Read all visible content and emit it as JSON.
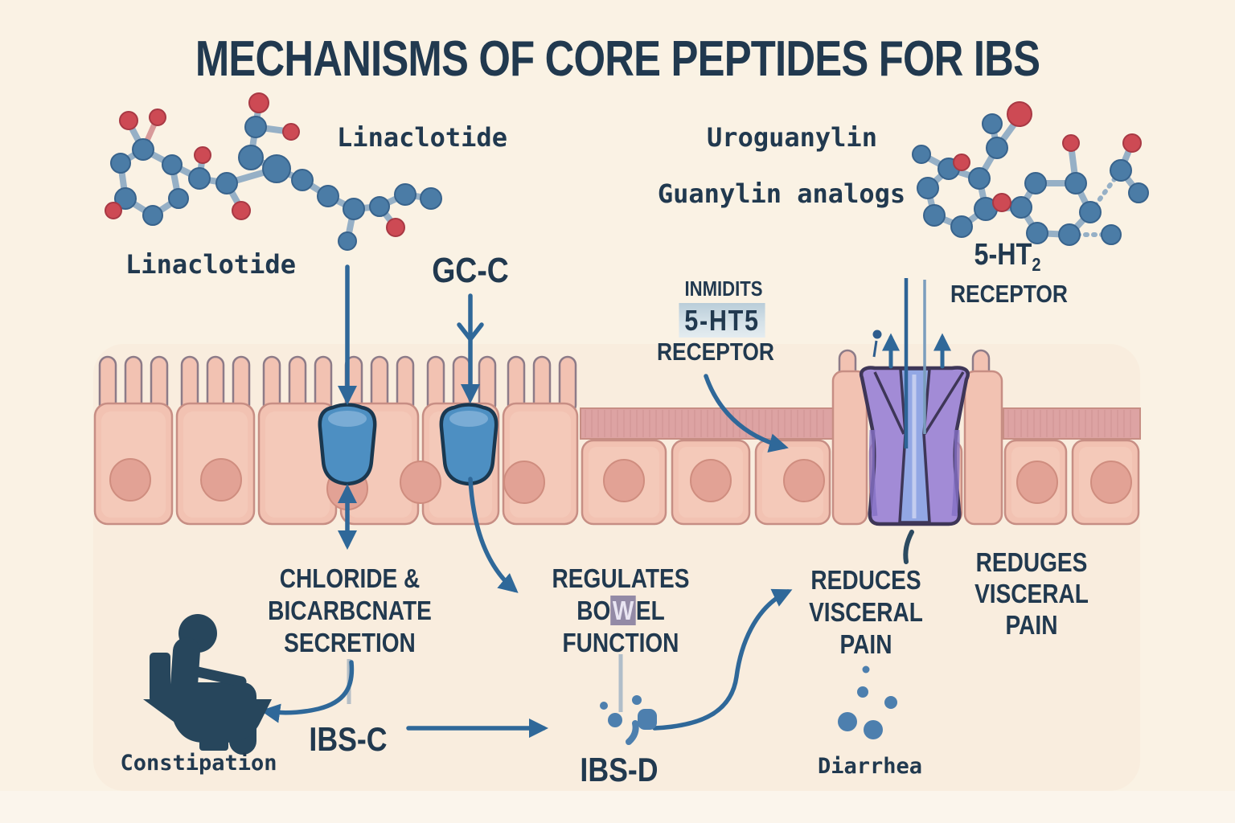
{
  "title": "MECHANISMS OF CORE PEPTIDES FOR IBS",
  "molecule_labels": {
    "linaclotide_top": "Linaclotide",
    "linaclotide_side": "Linaclotide",
    "gc_c": "GC-C",
    "uroguanylin": "Uroguanylin",
    "guanylin_analogs": "Guanylin analogs",
    "ht2_prefix": "5-HT",
    "ht2_subscript": "2",
    "ht2_receptor_word": "RECEPTOR"
  },
  "inhibits_block": {
    "line1": "INMIDITS",
    "line2": "5-HT5",
    "line3": "RECEPTOR"
  },
  "effect_labels": {
    "chloride": [
      "CHLORIDE &",
      "BICARBCNATE",
      "SECRETION"
    ],
    "regulates": {
      "line1": "REGULATES",
      "bowel_pre": "BO",
      "bowel_mid": "W",
      "bowel_post": "EL",
      "line3": "FUNCTION"
    },
    "reduces_mid": [
      "REDUCES",
      "VISCERAL",
      "PAIN"
    ],
    "reduces_right": [
      "REDUGES",
      "VISCERAL",
      "PAIN"
    ]
  },
  "outcome_labels": {
    "ibs_c": "IBS-C",
    "ibs_d": "IBS-D",
    "constipation": "Constipation",
    "diarrhea": "Diarrhea"
  },
  "icons": {
    "left_molecule": "linaclotide-molecule-icon",
    "right_molecule": "guanylin-analog-molecule-icon",
    "receptor_1": "gcc-receptor-icon",
    "receptor_2": "gcc-receptor-icon",
    "ion_channel": "serotonin-channel-icon",
    "toilet_person": "person-on-toilet-icon",
    "droplets": "diarrhea-droplets-icon"
  },
  "colors": {
    "background": "#faf2e4",
    "text_navy": "#21394f",
    "arrow_blue": "#2f6899",
    "cell_pink": "#f2c2b2",
    "cell_outline": "#c78e84",
    "nucleus_pink": "#e2a295",
    "brush_border": "#dda3a3",
    "receptor_blue": "#4d8fc2",
    "channel_purple": "#a28bd6",
    "channel_pore_blue": "#92a7e4",
    "molecule_atom_blue": "#4b7ca6",
    "molecule_atom_red": "#cd4a54",
    "toilet_slate": "#27465c",
    "droplet_blue": "#4d7fae"
  }
}
